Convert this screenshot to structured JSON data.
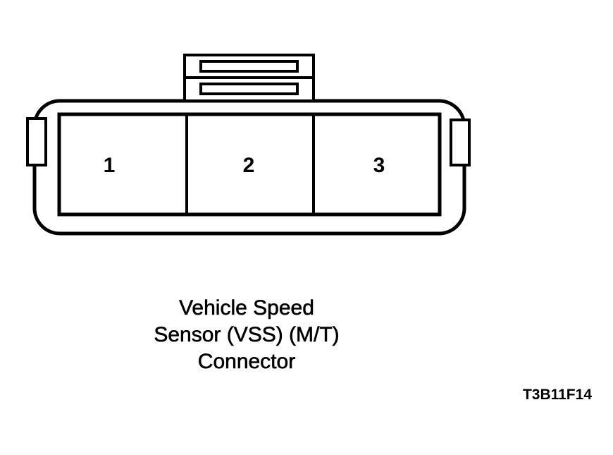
{
  "connector": {
    "pins": [
      {
        "number": "1"
      },
      {
        "number": "2"
      },
      {
        "number": "3"
      }
    ]
  },
  "caption": {
    "line1": "Vehicle Speed",
    "line2": "Sensor (VSS) (M/T)",
    "line3": "Connector"
  },
  "figure_id": "T3B11F14",
  "colors": {
    "line": "#000000",
    "background": "#ffffff"
  }
}
